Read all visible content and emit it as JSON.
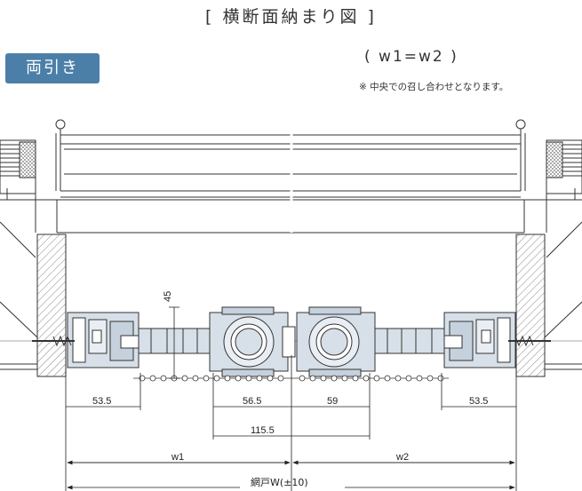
{
  "title": "[ 横断面納まり図 ]",
  "badge": "両引き",
  "condition": "( w1=w2 )",
  "note": "※ 中央での召し合わせとなります。",
  "dimensions": {
    "height_45": "45",
    "left_53_5": "53.5",
    "center_56_5": "56.5",
    "center_59": "59",
    "right_53_5": "53.5",
    "center_115_5": "115.5",
    "w1": "w1",
    "w2": "w2",
    "total": "網戸W(±10)"
  },
  "colors": {
    "badge": "#4b7fa8",
    "frame_fill": "#d7e0e8",
    "hatch": "#666666",
    "line": "#333333"
  }
}
